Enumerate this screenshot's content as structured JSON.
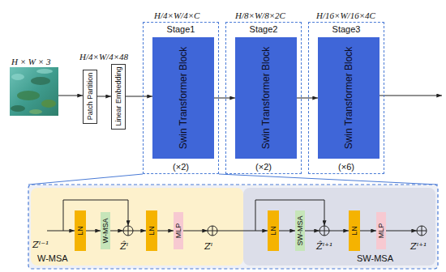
{
  "diagram": {
    "nodes": [
      {
        "text": [
          "Patch Partition"
        ]
      },
      {
        "text": [
          "Linear Embedding"
        ]
      },
      {
        "text": [
          "Stage1",
          "(×2)"
        ]
      },
      {
        "text": [
          "Swin Transformer Block"
        ],
        "in": 2
      },
      {
        "text": [
          "Stage2",
          "(×2)"
        ]
      },
      {
        "text": [
          "Swin Transformer Block"
        ],
        "in": 4
      },
      {
        "text": [
          "Stage3",
          "(×6)"
        ]
      },
      {
        "text": [
          "Swin Transformer Block"
        ],
        "in": 6
      },
      {
        "text": [
          "W-MSA"
        ]
      },
      {
        "text": [
          "LN"
        ],
        "in": 8
      },
      {
        "text": [
          "W-MSA"
        ],
        "in": 8
      },
      {
        "text": [
          "LN"
        ],
        "in": 8
      },
      {
        "text": [
          "MLP"
        ],
        "in": 8
      },
      {
        "text": [
          "SW-MSA"
        ]
      },
      {
        "text": [
          "LN"
        ],
        "in": 13
      },
      {
        "text": [
          "SW-MSA"
        ],
        "in": 13
      },
      {
        "text": [
          "LN"
        ],
        "in": 13
      },
      {
        "text": [
          "MLP"
        ],
        "in": 13
      }
    ],
    "edges": [
      {
        "from": 0,
        "to": 1,
        "arrow": "to"
      },
      {
        "from": 1,
        "to": 3,
        "arrow": "to"
      },
      {
        "from": 3,
        "to": 5,
        "arrow": "to"
      },
      {
        "from": 5,
        "to": 7,
        "arrow": "to"
      },
      {
        "from": 9,
        "to": 10,
        "arrow": "to"
      },
      {
        "from": 11,
        "to": 12,
        "arrow": "to"
      },
      {
        "from": 14,
        "to": 15,
        "arrow": "to"
      },
      {
        "from": 16,
        "to": 17,
        "arrow": "to"
      }
    ],
    "labels": [
      "H × W × 3",
      "H/4×W/4×48",
      "H/4×W/4×C",
      "H/8×W/8×2C",
      "H/16×W/16×4C",
      "Zˡ⁻¹",
      "Ẑˡ",
      "Zˡ",
      "Ẑˡ⁺¹",
      "Zˡ⁺¹"
    ]
  }
}
